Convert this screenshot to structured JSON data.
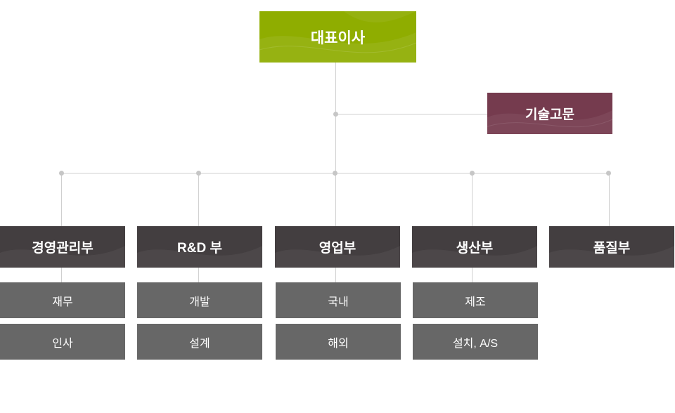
{
  "ceo": "대표이사",
  "advisor": "기술고문",
  "departments": [
    {
      "name": "경영관리부",
      "teams": [
        "재무",
        "인사"
      ]
    },
    {
      "name": "R&D 부",
      "teams": [
        "개발",
        "설계"
      ]
    },
    {
      "name": "영업부",
      "teams": [
        "국내",
        "해외"
      ]
    },
    {
      "name": "생산부",
      "teams": [
        "제조",
        "설치, A/S"
      ]
    },
    {
      "name": "품질부",
      "teams": []
    }
  ],
  "colors": {
    "ceo": "#8fad00",
    "advisor": "#753b4e",
    "department": "#433e40",
    "team": "#676767",
    "connector": "#cfcfcf"
  }
}
